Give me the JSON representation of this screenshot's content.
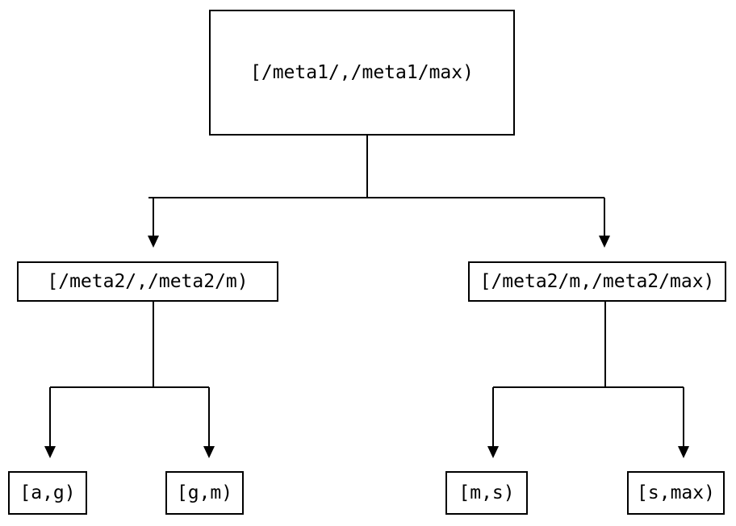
{
  "diagram": {
    "type": "tree",
    "title": "",
    "background_color": "#ffffff",
    "line_color": "#000000",
    "text_color": "#000000",
    "nodes": {
      "root": {
        "label": "[/meta1/,/meta1/max)"
      },
      "mid_left": {
        "label": "[/meta2/,/meta2/m)"
      },
      "mid_right": {
        "label": "[/meta2/m,/meta2/max)"
      },
      "leaves": [
        {
          "label": "[a,g)"
        },
        {
          "label": "[g,m)"
        },
        {
          "label": "[m,s)"
        },
        {
          "label": "[s,max)"
        }
      ]
    },
    "edges": [
      {
        "from": "root",
        "to": "mid_left",
        "arrow": "down-triangle"
      },
      {
        "from": "root",
        "to": "mid_right",
        "arrow": "down-triangle"
      },
      {
        "from": "mid_left",
        "to": "leaf_0",
        "arrow": "down-triangle"
      },
      {
        "from": "mid_left",
        "to": "leaf_1",
        "arrow": "down-triangle"
      },
      {
        "from": "mid_right",
        "to": "leaf_2",
        "arrow": "down-triangle"
      },
      {
        "from": "mid_right",
        "to": "leaf_3",
        "arrow": "down-triangle"
      }
    ]
  }
}
